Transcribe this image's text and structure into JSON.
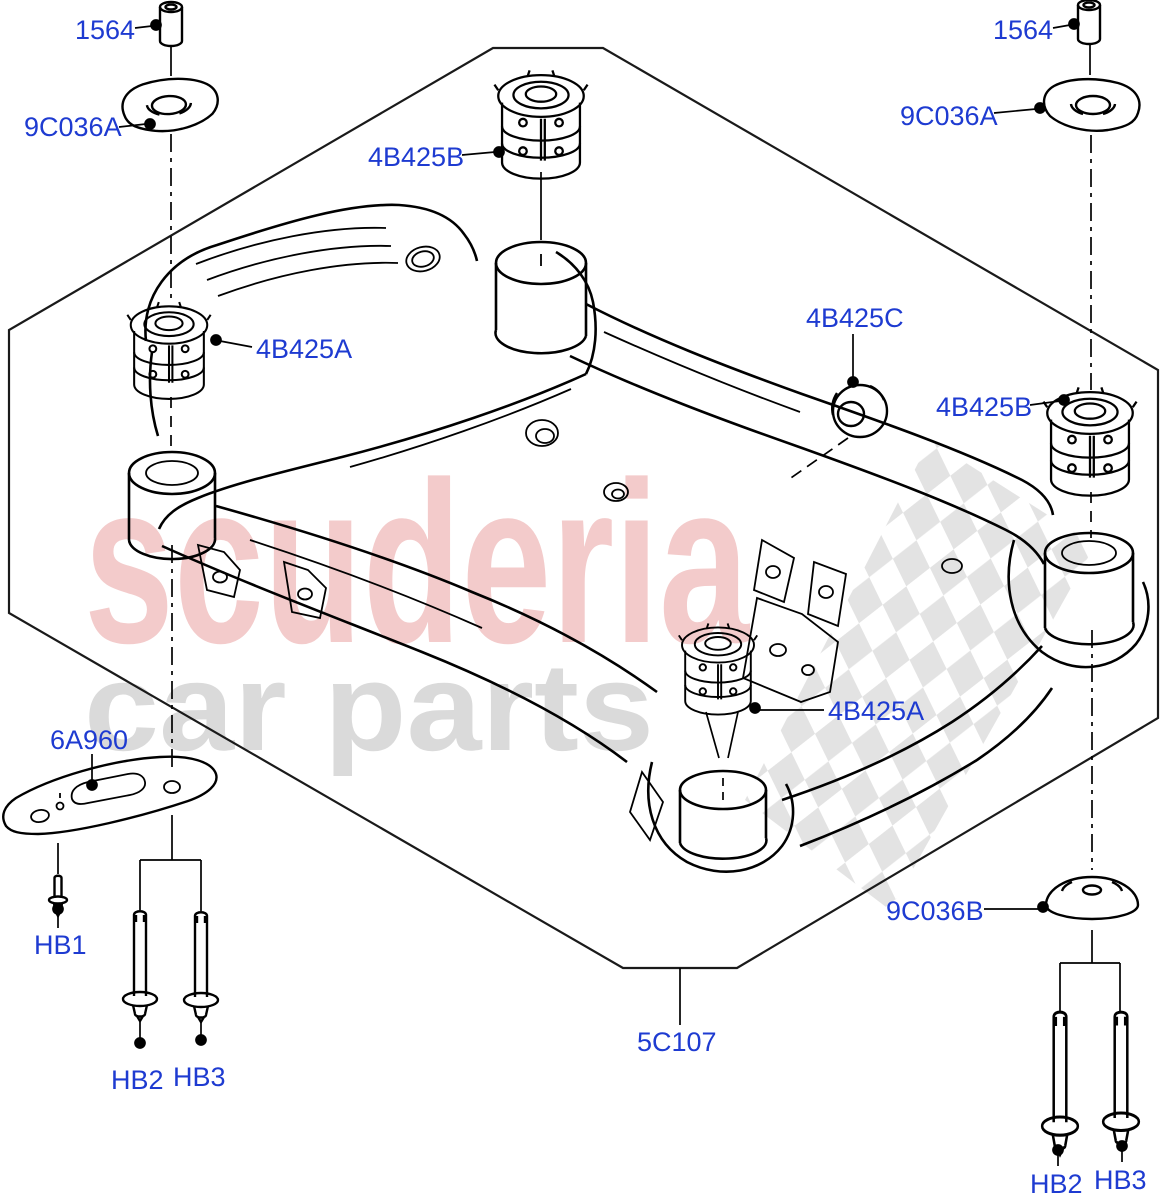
{
  "diagram": {
    "background": "#ffffff",
    "line_color": "#000000",
    "label_color": "#1e3bd1"
  },
  "watermark": {
    "brand": "scuderia",
    "tagline": "car parts",
    "brand_color": "#f3cbcb",
    "tagline_color": "#dadada",
    "checker_color": "#e3e3e3"
  },
  "callouts": [
    {
      "id": "spacer-left",
      "text": "1564"
    },
    {
      "id": "washer-plate-left",
      "text": "9C036A"
    },
    {
      "id": "bushing-front",
      "text": "4B425B"
    },
    {
      "id": "bushing-left",
      "text": "4B425A"
    },
    {
      "id": "bushing-center",
      "text": "4B425C"
    },
    {
      "id": "bushing-right",
      "text": "4B425B"
    },
    {
      "id": "spacer-right",
      "text": "1564"
    },
    {
      "id": "washer-plate-right",
      "text": "9C036A"
    },
    {
      "id": "bushing-rear",
      "text": "4B425A"
    },
    {
      "id": "bracket",
      "text": "6A960"
    },
    {
      "id": "bolt-hb1",
      "text": "HB1"
    },
    {
      "id": "bolt-hb2-left",
      "text": "HB2"
    },
    {
      "id": "bolt-hb3-left",
      "text": "HB3"
    },
    {
      "id": "dome-washer",
      "text": "9C036B"
    },
    {
      "id": "crossmember",
      "text": "5C107"
    },
    {
      "id": "bolt-hb2-right",
      "text": "HB2"
    },
    {
      "id": "bolt-hb3-right",
      "text": "HB3"
    }
  ]
}
